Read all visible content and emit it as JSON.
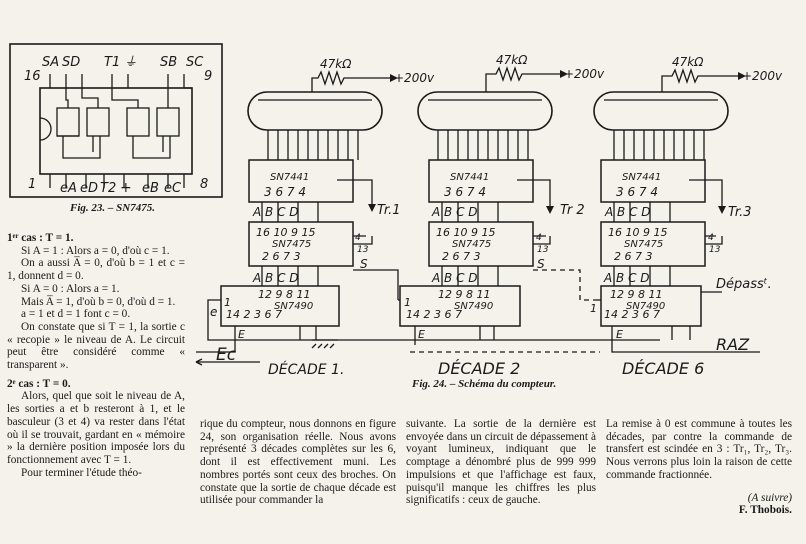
{
  "fig23": {
    "pins_top": [
      "SA",
      "SD",
      "T1",
      "⏚",
      "SB",
      "SC"
    ],
    "pins_bottom": [
      "eA",
      "eD",
      "T2",
      "+",
      "eB",
      "eC"
    ],
    "pin16": "16",
    "pin9": "9",
    "pin1": "1",
    "pin8": "8",
    "caption": "Fig. 23. – SN7475."
  },
  "fig24": {
    "caption": "Fig. 24. – Schéma du compteur."
  },
  "diagram": {
    "resistor": "47kΩ",
    "supply": "+200v",
    "decoder": "SN7441",
    "decoder_pins": "3  6  7  4",
    "abcd": "A  B  C  D",
    "latch_pins_top": "16 10  9  15",
    "latch": "SN7475",
    "latch_pins_bottom": "2  6  7  3",
    "counter_pins_top": "12  9  8  11",
    "counter": "SN7490",
    "counter_pins_bottom": "14   2 3   6 7",
    "pin4": "4",
    "pin13": "13",
    "pin1": "1",
    "s": "S",
    "e": "e",
    "E": "E",
    "ec": "Ec",
    "overflow": "Dépassᵗ.",
    "raz": "RAZ"
  },
  "decades": [
    {
      "label": "DÉCADE 1.",
      "tr": "Tr.1"
    },
    {
      "label": "DÉCADE 2",
      "tr": "Tr 2"
    },
    {
      "label": "DÉCADE 6",
      "tr": "Tr.3"
    }
  ],
  "text": {
    "col1": [
      "1ᵉʳ cas : T = 1.",
      "Si A = 1 : Alors a = 0, d'où c = 1.",
      "On a aussi A̅ = 0, d'où b = 1 et c = 1, donnent d = 0.",
      "Si A = 0 : Alors a = 1.",
      "Mais A̅ = 1, d'où b = 0, d'où d = 1.",
      "a = 1 et d = 1 font c = 0.",
      "On constate que si T = 1, la sortie c « recopie » le niveau de A. Le circuit peut être considéré comme « transparent ».",
      "2ᵉ cas : T = 0.",
      "Alors, quel que soit le niveau de A, les sorties a et b resteront à 1, et le basculeur (3 et 4) va rester dans l'état où il se trouvait, gardant en « mémoire » la dernière position imposée lors du fonctionnement avec T = 1.",
      "Pour terminer l'étude théo-"
    ],
    "col2": "rique du compteur, nous donnons en figure 24, son organisation réelle. Nous avons représenté 3 décades complètes sur les 6, dont il est effectivement muni. Les nombres portés sont ceux des broches. On constate que la sortie de chaque décade est utilisée pour commander la",
    "col3": "suivante. La sortie de la dernière est envoyée dans un circuit de dépassement à voyant lumineux, indiquant que le comptage a dénombré plus de 999 999 impulsions et que l'affichage est faux, puisqu'il manque les chiffres les plus significatifs : ceux de gauche.",
    "col4": "La remise à 0 est commune à toutes les décades, par contre la commande de transfert est scindée en 3 : Tr₁, Tr₂, Tr₃. Nous verrons plus loin la raison de cette commande fractionnée.",
    "suivre": "(A suivre)",
    "author": "F. Thobois."
  }
}
